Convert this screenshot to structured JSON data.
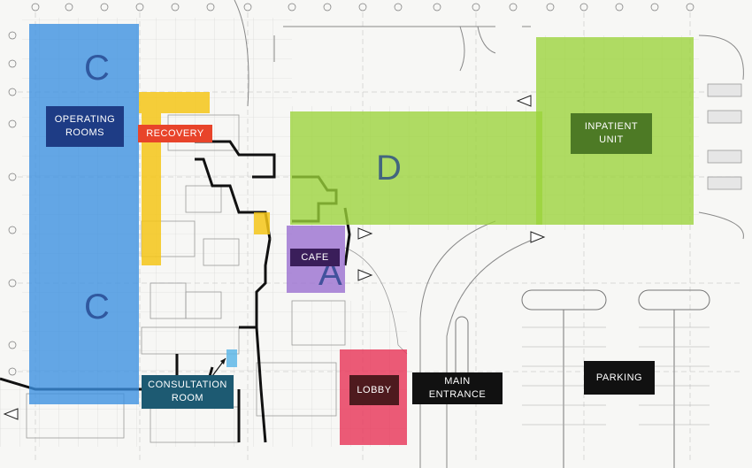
{
  "zones": {
    "operating_rooms": {
      "label": "OPERATING\nROOMS",
      "letters": [
        "C",
        "C"
      ],
      "color": "#3a8fe0"
    },
    "recovery": {
      "label": "RECOVERY",
      "color": "#f5c518"
    },
    "inpatient_unit": {
      "label": "INPATIENT\nUNIT",
      "letter": "D",
      "color": "#9bd33a"
    },
    "cafe": {
      "label": "CAFE",
      "letter": "A",
      "color": "#9a6fd1"
    },
    "lobby": {
      "label": "LOBBY",
      "color": "#e8375a"
    },
    "consultation_room": {
      "label": "CONSULTATION\nROOM"
    },
    "main_entrance": {
      "label": "MAIN\nENTRANCE"
    },
    "parking": {
      "label": "PARKING"
    }
  },
  "label_colors": {
    "operating_rooms": "#1e3c85",
    "recovery": "#e8442a",
    "inpatient_unit": "#4d7a25",
    "cafe": "#3a1e5a",
    "lobby": "#4e1a1e",
    "consultation_room": "#1d5a72",
    "main_entrance": "#111111",
    "parking": "#111111"
  }
}
